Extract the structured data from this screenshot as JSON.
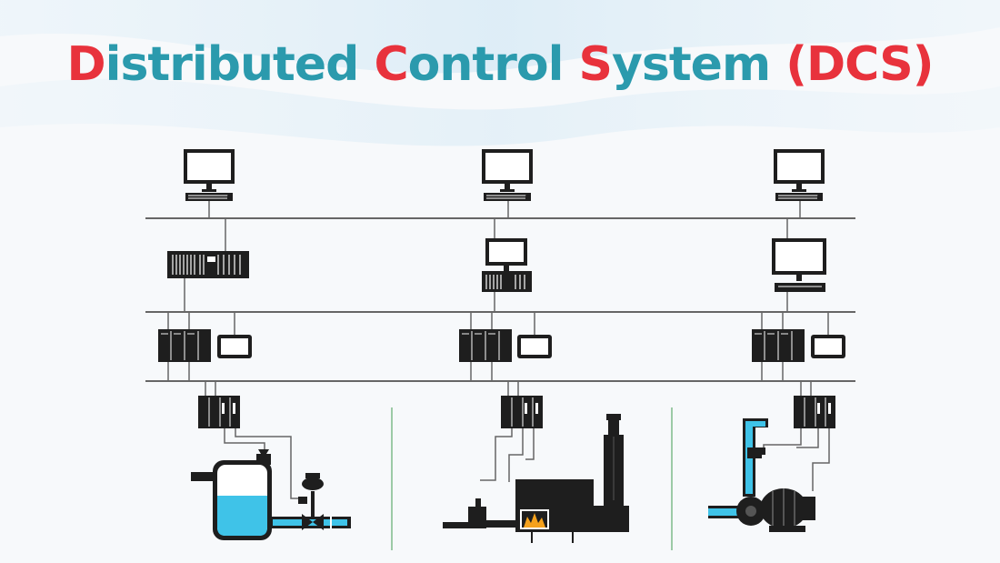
{
  "title": {
    "segments": [
      {
        "text": "D",
        "color": "#e8323c"
      },
      {
        "text": "istributed ",
        "color": "#2b9aad"
      },
      {
        "text": "C",
        "color": "#e8323c"
      },
      {
        "text": "ontrol ",
        "color": "#2b9aad"
      },
      {
        "text": "S",
        "color": "#e8323c"
      },
      {
        "text": "ystem ",
        "color": "#2b9aad"
      },
      {
        "text": "(DCS)",
        "color": "#e8323c"
      }
    ]
  },
  "colors": {
    "title_accent": "#e8323c",
    "title_main": "#2b9aad",
    "network_line": "#666666",
    "equipment": "#1e1e1e",
    "fluid": "#3fc3e8",
    "divider": "#3a9a4a",
    "flame": "#f5a11c"
  },
  "columns": [
    {
      "level2": "operator-workstation",
      "level3": "server-rack",
      "level4": "controller-with-hmi",
      "level5": "io-module",
      "process": "tank-with-control-valve"
    },
    {
      "level2": "operator-workstation",
      "level3": "workstation-with-rack",
      "level4": "controller-with-hmi",
      "level5": "io-module",
      "process": "furnace-with-stack"
    },
    {
      "level2": "operator-workstation",
      "level3": "engineering-workstation",
      "level4": "controller-with-hmi",
      "level5": "io-module",
      "process": "pump-with-piping"
    }
  ]
}
